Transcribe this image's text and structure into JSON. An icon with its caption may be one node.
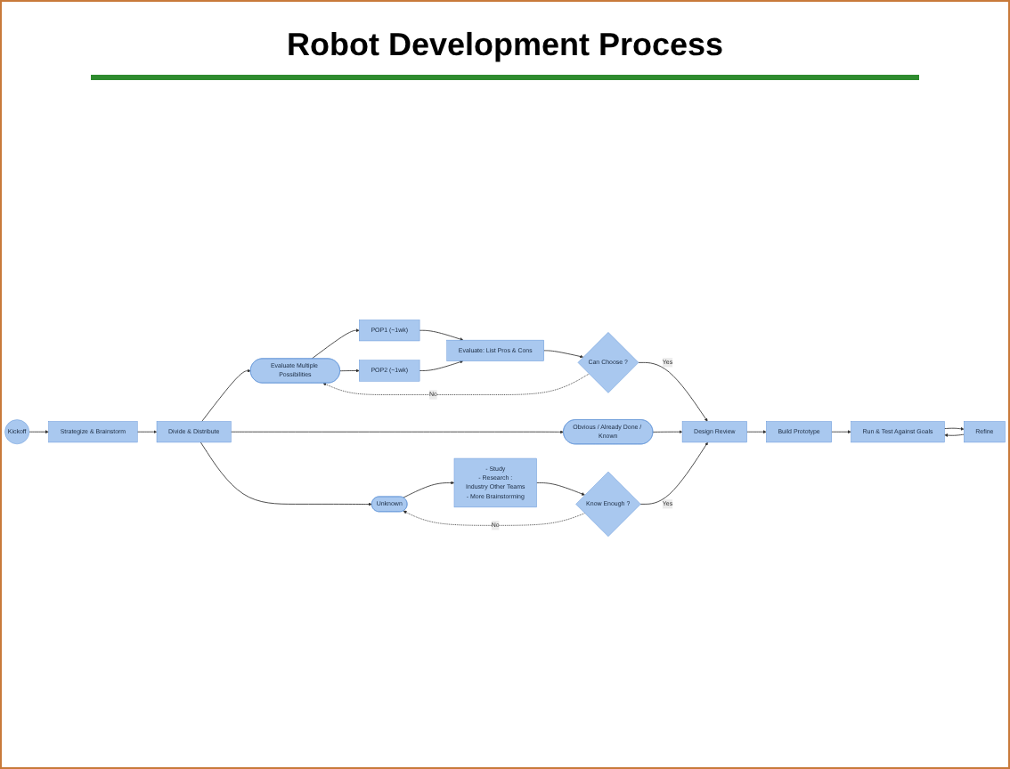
{
  "diagram": {
    "title": "Robot Development Process",
    "nodes": [
      {
        "text": [
          "Kickoff"
        ]
      },
      {
        "text": [
          "Strategize & Brainstorm"
        ]
      },
      {
        "text": [
          "Divide & Distribute"
        ]
      },
      {
        "text": [
          "Evaluate Multiple Possibilities"
        ]
      },
      {
        "text": [
          "Obvious / Already Done / Known"
        ]
      },
      {
        "text": [
          "Unknown"
        ]
      },
      {
        "text": [
          "POP1 (~1wk)"
        ]
      },
      {
        "text": [
          "POP2 (~1wk)"
        ]
      },
      {
        "text": [
          "Evaluate: List Pros & Cons"
        ]
      },
      {
        "text": [
          "Can Choose ?"
        ]
      },
      {
        "text": [
          "- Study",
          "- Research :",
          "Industry Other Teams",
          "- More Brainstorming"
        ]
      },
      {
        "text": [
          "Know Enough ?"
        ]
      },
      {
        "text": [
          "Design Review"
        ]
      },
      {
        "text": [
          "Build Prototype"
        ]
      },
      {
        "text": [
          "Run & Test Against Goals"
        ]
      },
      {
        "text": [
          "Refine"
        ]
      }
    ],
    "edges": [
      {
        "from": 0,
        "to": 1,
        "arrow": "to"
      },
      {
        "from": 1,
        "to": 2,
        "arrow": "to"
      },
      {
        "from": 2,
        "to": 3,
        "arrow": "to"
      },
      {
        "from": 2,
        "to": 4,
        "arrow": "to"
      },
      {
        "from": 2,
        "to": 5,
        "arrow": "to"
      },
      {
        "from": 3,
        "to": 6,
        "arrow": "to"
      },
      {
        "from": 3,
        "to": 7,
        "arrow": "to"
      },
      {
        "from": 6,
        "to": 8,
        "arrow": "to"
      },
      {
        "from": 7,
        "to": 8,
        "arrow": "to"
      },
      {
        "from": 8,
        "to": 9,
        "arrow": "to"
      },
      {
        "from": 9,
        "to": 3,
        "arrow": "to",
        "label": "No",
        "style": "dashed"
      },
      {
        "from": 9,
        "to": 12,
        "arrow": "to",
        "label": "Yes"
      },
      {
        "from": 4,
        "to": 12,
        "arrow": "to"
      },
      {
        "from": 5,
        "to": 10,
        "arrow": "to"
      },
      {
        "from": 10,
        "to": 11,
        "arrow": "to"
      },
      {
        "from": 11,
        "to": 5,
        "arrow": "to",
        "label": "No",
        "style": "dashed"
      },
      {
        "from": 11,
        "to": 12,
        "arrow": "to",
        "label": "Yes"
      },
      {
        "from": 12,
        "to": 13,
        "arrow": "to"
      },
      {
        "from": 13,
        "to": 14,
        "arrow": "to"
      },
      {
        "from": 14,
        "to": 15,
        "arrow": "to"
      },
      {
        "from": 15,
        "to": 14,
        "arrow": "to"
      }
    ]
  }
}
